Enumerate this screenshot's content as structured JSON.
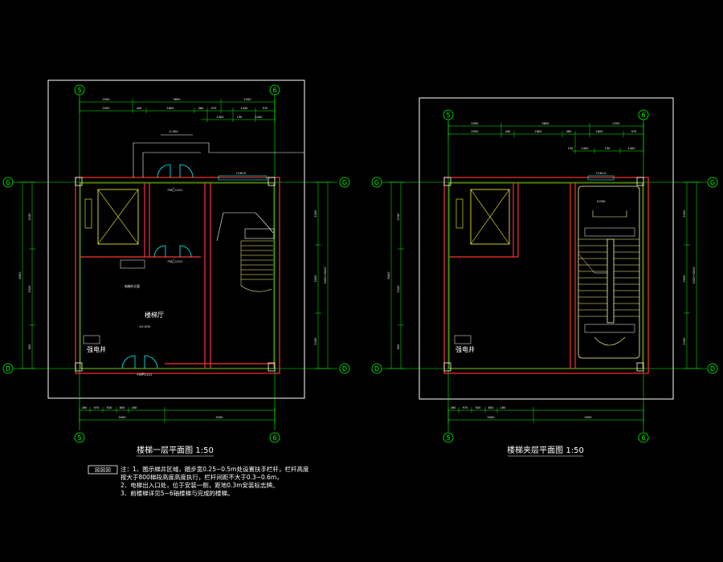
{
  "colors": {
    "background": "#000000",
    "frame": "#ffffff",
    "axis": "#00ff00",
    "dimension": "#00ff00",
    "wall": "#ff3333",
    "wall_inner": "#ffff00",
    "door": "#00ffff",
    "stair": "#ffff99",
    "text": "#ffffff"
  },
  "plans": [
    {
      "id": "ground",
      "title": "楼梯一层平面图 1:50",
      "axes": {
        "top_left": "5",
        "top_right": "6",
        "side_top": "G",
        "side_bottom": "D"
      },
      "top_dims_row1": [
        "2050",
        "3600",
        "2200"
      ],
      "top_dims_row2": [
        "2050",
        "440",
        "1800",
        "460",
        "970",
        "1440",
        "970"
      ],
      "top_dims_row3": [
        "1400",
        "130",
        "1400"
      ],
      "bottom_dims_row1": [
        "260",
        "970",
        "920",
        "800",
        "160"
      ],
      "bottom_dims_row2": [
        "3400",
        "3200"
      ],
      "left_dims": [
        "2150",
        "3320",
        "900"
      ],
      "left_total": "6400",
      "right_dims": [
        "2200",
        "3000",
        "2150"
      ],
      "right_total": "3320+4020",
      "rooms": {
        "hall": "楼梯厅",
        "power": "强电井"
      },
      "tags": {
        "door_top": "FM乙1221",
        "door_bottom": "FM甲1121",
        "window": "C1815",
        "elevator_note": "电梯外立面",
        "elev": "±0.000",
        "level": "-0.300"
      }
    },
    {
      "id": "typical",
      "title": "楼梯夹层平面图 1:50",
      "axes": {
        "top_left": "5",
        "top_right": "6",
        "side_top": "G",
        "side_bottom": "D"
      },
      "top_dims_row1": [
        "2050",
        "3600",
        "2200"
      ],
      "top_dims_row2": [
        "2050",
        "440",
        "1800",
        "460",
        "1800",
        "970"
      ],
      "top_dims_row3": [
        "130",
        "1400",
        "130",
        "1400"
      ],
      "bottom_dims_row1": [
        "260",
        "970",
        "920",
        "800",
        "160"
      ],
      "bottom_dims_row2": [
        "3400",
        "3200"
      ],
      "left_dims": [
        "2150",
        "3320",
        "900"
      ],
      "left_total": "6400",
      "right_dims": [
        "2200",
        "3000",
        "2150"
      ],
      "right_total": "3320+4020",
      "rooms": {
        "power": "强电井"
      },
      "tags": {
        "window": "C1814",
        "elev": "3.000"
      }
    }
  ],
  "legend_symbol": "☒☒☒",
  "notes": [
    "注：1、图示梯井区域，踏步宽0.25~0.5m处设置扶手栏杆，栏杆高度",
    "     按大于800梯段高度高度执行，栏杆间距不大于0.3~0.6m，",
    "  2、电梯出入口处，位于安装一侧，距地0.3m安装标志牌。",
    "  3、前楼梯详见5~6轴楼梯与完成的楼梯。"
  ]
}
